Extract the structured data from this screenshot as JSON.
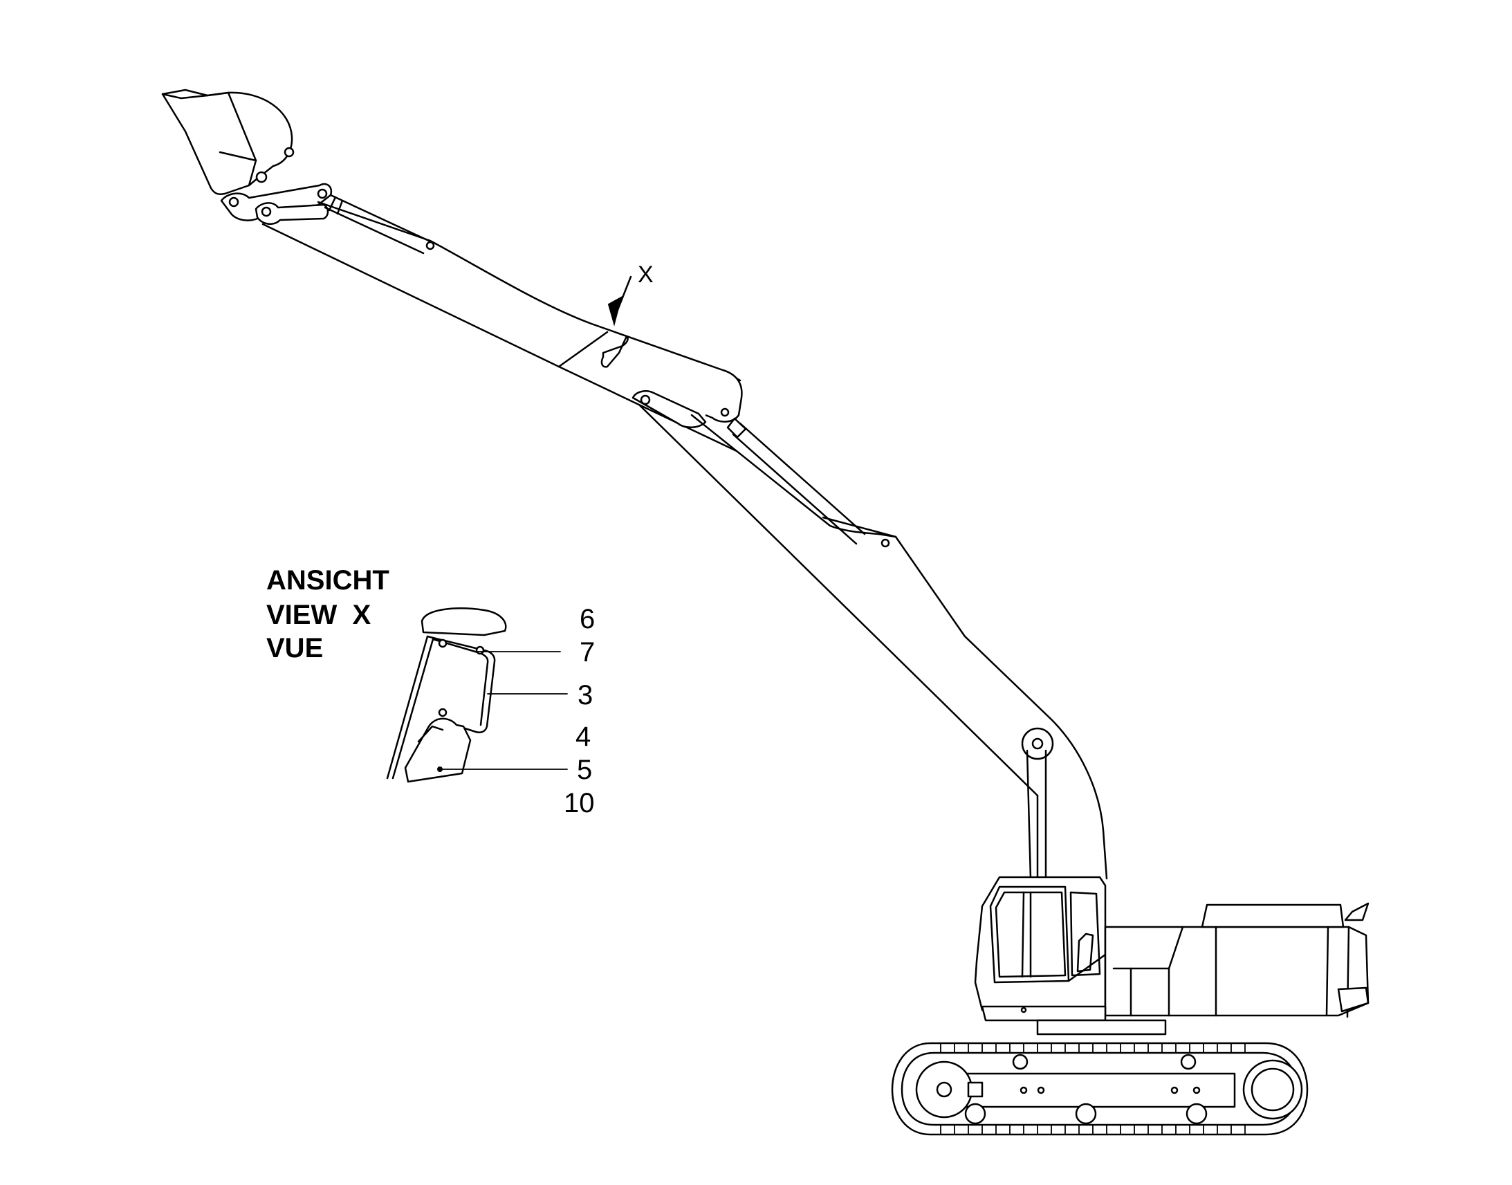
{
  "view_label": {
    "line1": "ANSICHT",
    "line2": "VIEW  X",
    "line3": "VUE"
  },
  "arrow_label": "X",
  "callouts": [
    "6",
    "7",
    "3",
    "4",
    "5",
    "10"
  ]
}
